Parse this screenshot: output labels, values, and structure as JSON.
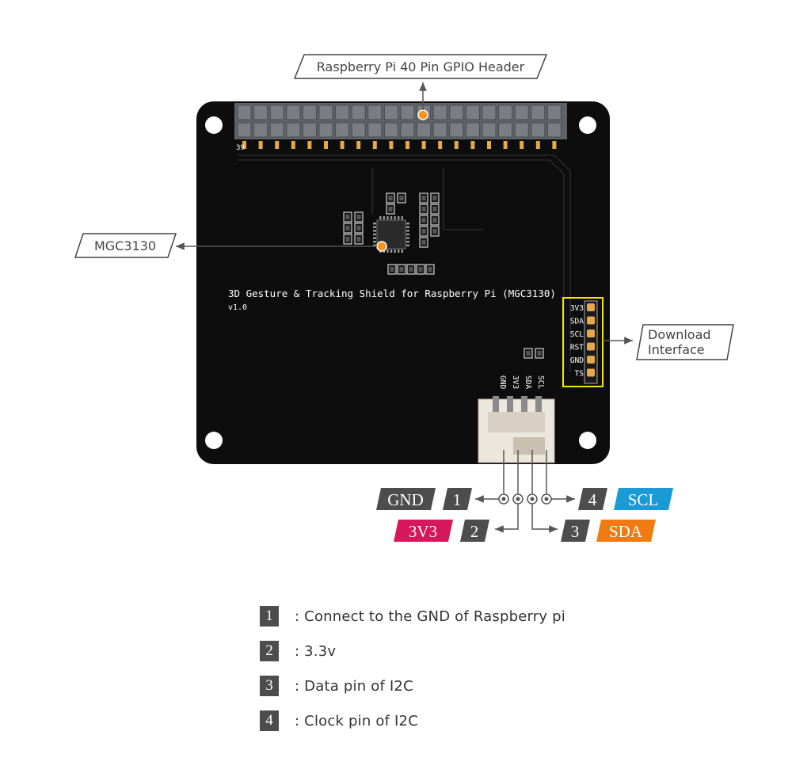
{
  "callouts": {
    "header": "Raspberry Pi 40 Pin GPIO Header",
    "chip": "MGC3130",
    "download_line1": "Download",
    "download_line2": "Interface"
  },
  "board": {
    "title": "3D Gesture & Tracking Shield for Raspberry Pi (MGC3130)",
    "version": "v1.0",
    "header_pin_label": "39",
    "download_pins": [
      "3V3",
      "SDA",
      "SCL",
      "RST",
      "GND",
      "TS"
    ],
    "connector_pins": [
      "GND",
      "3V3",
      "SDA",
      "SCL"
    ]
  },
  "pinout": {
    "pin1": {
      "name": "GND",
      "num": "1",
      "color": "#4d4d4d"
    },
    "pin2": {
      "name": "3V3",
      "num": "2",
      "color": "#d6175a"
    },
    "pin3": {
      "name": "SDA",
      "num": "3",
      "color": "#f07b12"
    },
    "pin4": {
      "name": "SCL",
      "num": "4",
      "color": "#1a9ad6"
    }
  },
  "legend": [
    {
      "num": "1",
      "text": ": Connect to the GND of  Raspberry pi"
    },
    {
      "num": "2",
      "text": ": 3.3v"
    },
    {
      "num": "3",
      "text": ": Data pin of I2C"
    },
    {
      "num": "4",
      "text": ": Clock pin of I2C"
    }
  ],
  "colors": {
    "board": "#0d0d0d",
    "header": "#5f6266",
    "pad": "#e8a848",
    "marker": "#f7941d",
    "highlight": "#f2e600"
  }
}
